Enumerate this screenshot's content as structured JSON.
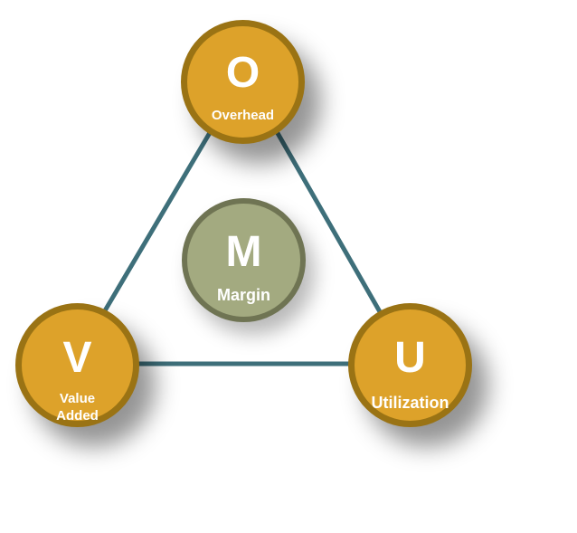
{
  "diagram": {
    "edge_color": "#3e6f7a",
    "colors": {
      "outer_fill": "#dda22a",
      "outer_border": "#9a7314",
      "center_fill": "#a3aa80",
      "center_border": "#6f7453",
      "text": "#ffffff"
    },
    "nodes": {
      "overhead": {
        "letter": "O",
        "label": "Overhead"
      },
      "value_added": {
        "letter": "V",
        "label_line1": "Value",
        "label_line2": "Added"
      },
      "utilization": {
        "letter": "U",
        "label": "Utilization"
      },
      "margin": {
        "letter": "M",
        "label": "Margin"
      }
    },
    "edges": [
      [
        "overhead",
        "value_added"
      ],
      [
        "overhead",
        "utilization"
      ],
      [
        "value_added",
        "utilization"
      ]
    ]
  }
}
